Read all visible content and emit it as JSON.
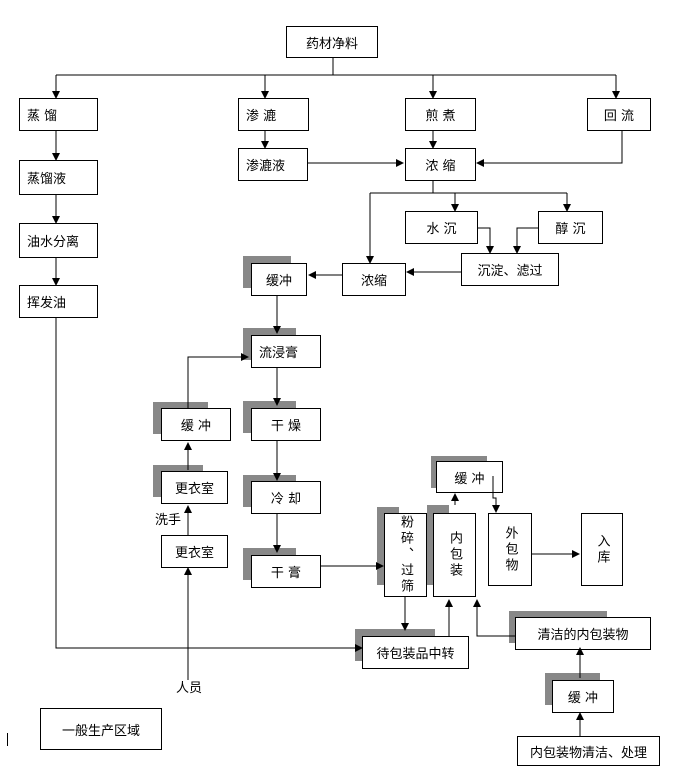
{
  "nodes": {
    "raw": "药材净料",
    "distill": "蒸  馏",
    "percolate": "渗  漉",
    "decoct": "煎  煮",
    "reflux": "回  流",
    "distillate": "蒸馏液",
    "percolate_liquid": "渗漉液",
    "concentrate1": "浓  缩",
    "oil_water": "油水分离",
    "water_precip": "水   沉",
    "alcohol_precip": "醇  沉",
    "volatile_oil": "挥发油",
    "precip_filter": "沉淀、滤过",
    "buffer1": "缓冲",
    "concentrate2": "浓缩",
    "extract": "流浸膏",
    "buffer2": "缓 冲",
    "dry": "干 燥",
    "buffer3": "缓 冲",
    "changing2": "更衣室",
    "cool": "冷 却",
    "crush_sieve": "粉碎、过筛",
    "inner_pack": "内包装",
    "outer_material": "外包物",
    "warehouse": "入库",
    "changing1": "更衣室",
    "paste": "干 膏",
    "clean_inner": "清洁的内包装物",
    "transfer": "待包装品中转",
    "buffer4": "缓 冲",
    "inner_clean_process": "内包装物清洁、处理"
  },
  "labels": {
    "wash_hands": "洗手",
    "personnel": "人员"
  },
  "legend": {
    "general_area": "一般生产区域"
  },
  "colors": {
    "clean_area_shade": "#888888",
    "line": "#000000"
  }
}
